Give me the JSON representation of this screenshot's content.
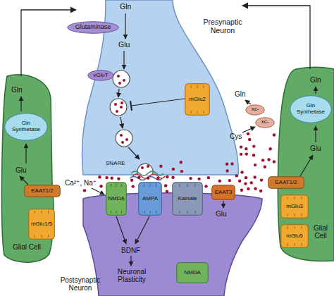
{
  "diagram": {
    "nodes": [
      {
        "text": [
          "Gln",
          "Glu",
          "Presynaptic Neuron"
        ]
      },
      {
        "text": [
          "Glutaminase"
        ],
        "in": 0
      },
      {
        "text": [
          "vGluT"
        ],
        "in": 0
      },
      {
        "text": [
          "mGlu2"
        ],
        "in": 0
      },
      {
        "text": [
          "Gln",
          "Glu",
          "Glial Cell"
        ]
      },
      {
        "text": [
          "Gln Synthetase"
        ],
        "in": 4
      },
      {
        "text": [
          "EAAT1/2"
        ],
        "in": 4
      },
      {
        "text": [
          "mGlu1/5"
        ],
        "in": 4
      },
      {
        "text": [
          "Gln",
          "Glu",
          "Glial Cell"
        ]
      },
      {
        "text": [
          "Gln Synthetase"
        ],
        "in": 8
      },
      {
        "text": [
          "EAAT1/2"
        ],
        "in": 8
      },
      {
        "text": [
          "mGlu3"
        ],
        "in": 8
      },
      {
        "text": [
          "mGlu5"
        ],
        "in": 8
      },
      {
        "text": [
          "xc-"
        ]
      },
      {
        "text": [
          "xc-"
        ]
      },
      {
        "text": [
          "Glu",
          "BDNF",
          "Neuronal Plasticity",
          "Postsynaptic Neuron"
        ]
      },
      {
        "text": [
          "NMDA"
        ],
        "in": 15
      },
      {
        "text": [
          "AMPA"
        ],
        "in": 15
      },
      {
        "text": [
          "Kainate"
        ],
        "in": 15
      },
      {
        "text": [
          "EAAT3"
        ],
        "in": 15
      },
      {
        "text": [
          "NMDA"
        ],
        "in": 15
      }
    ],
    "edges": [
      {
        "from": 4,
        "to": 0,
        "arrow": "to"
      },
      {
        "from": 8,
        "to": 0,
        "arrow": "to"
      }
    ],
    "labels": [
      "Gln",
      "Cys",
      "SNARE",
      "Ca²⁺, Na⁺"
    ]
  }
}
